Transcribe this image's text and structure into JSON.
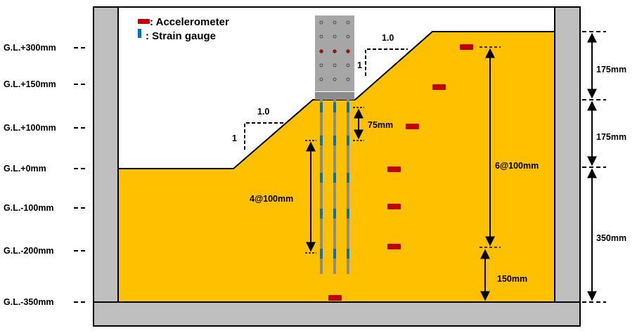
{
  "colors": {
    "soil": "#FFC000",
    "wall": "#BFBFBF",
    "accelerometer": "#C00000",
    "strain_gauge": "#0070C0",
    "pile": "#8C8C8C",
    "structure": "#A6A6A6"
  },
  "legend": {
    "accelerometer": ": Accelerometer",
    "strain_gauge": ": Strain gauge"
  },
  "levels": [
    {
      "label": "G.L.+300mm"
    },
    {
      "label": "G.L.+150mm"
    },
    {
      "label": "G.L.+100mm"
    },
    {
      "label": "G.L.+0mm"
    },
    {
      "label": "G.L.-100mm"
    },
    {
      "label": "G.L.-200mm"
    },
    {
      "label": "G.L.-350mm"
    }
  ],
  "slopes": {
    "lower": {
      "run": "1.0",
      "rise": "1"
    },
    "upper": {
      "run": "1.0",
      "rise": "1"
    }
  },
  "dimensions": {
    "gauge_top": "75mm",
    "gauge_spacing": "4@100mm",
    "accel_spacing": "6@100mm",
    "accel_bottom": "150mm",
    "right_top": "175mm",
    "right_mid": "175mm",
    "right_bottom": "350mm"
  }
}
